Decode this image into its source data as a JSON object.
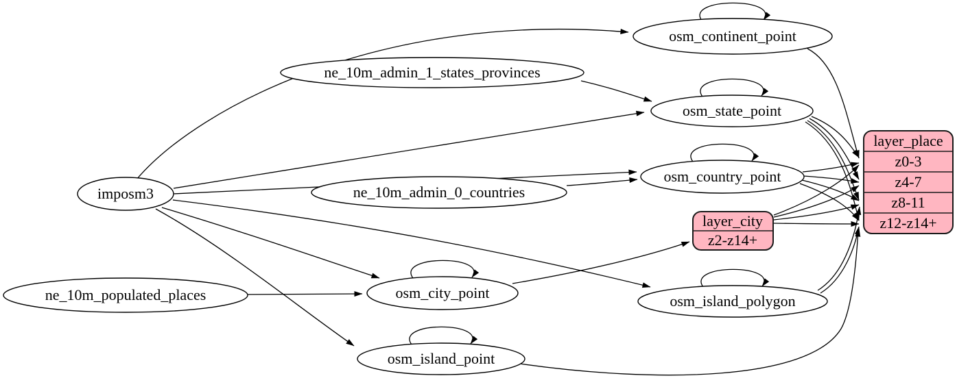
{
  "diagram": {
    "kind": "etl-graph",
    "background_color": "#ffffff",
    "edge_color": "#000000",
    "table_fill_color": "#ffffff",
    "record_fill_color": "#ffb6c1",
    "nodes": {
      "imposm3": {
        "label": "imposm3"
      },
      "ne_10m_admin_1_states_provinces": {
        "label": "ne_10m_admin_1_states_provinces"
      },
      "ne_10m_admin_0_countries": {
        "label": "ne_10m_admin_0_countries"
      },
      "ne_10m_populated_places": {
        "label": "ne_10m_populated_places"
      },
      "osm_continent_point": {
        "label": "osm_continent_point"
      },
      "osm_state_point": {
        "label": "osm_state_point"
      },
      "osm_country_point": {
        "label": "osm_country_point"
      },
      "osm_city_point": {
        "label": "osm_city_point"
      },
      "osm_island_polygon": {
        "label": "osm_island_polygon"
      },
      "osm_island_point": {
        "label": "osm_island_point"
      }
    },
    "records": {
      "layer_city": {
        "title": "layer_city",
        "rows": [
          "z2-z14+"
        ]
      },
      "layer_place": {
        "title": "layer_place",
        "rows": [
          "z0-3",
          "z4-7",
          "z8-11",
          "z12-z14+"
        ]
      }
    },
    "edges": [
      {
        "from": "imposm3",
        "to": "osm_continent_point"
      },
      {
        "from": "imposm3",
        "to": "osm_state_point"
      },
      {
        "from": "imposm3",
        "to": "osm_country_point"
      },
      {
        "from": "imposm3",
        "to": "osm_city_point"
      },
      {
        "from": "imposm3",
        "to": "osm_island_polygon"
      },
      {
        "from": "imposm3",
        "to": "osm_island_point"
      },
      {
        "from": "ne_10m_admin_1_states_provinces",
        "to": "osm_state_point"
      },
      {
        "from": "ne_10m_admin_0_countries",
        "to": "osm_country_point"
      },
      {
        "from": "ne_10m_populated_places",
        "to": "osm_city_point"
      },
      {
        "from": "osm_continent_point",
        "to": "osm_continent_point"
      },
      {
        "from": "osm_state_point",
        "to": "osm_state_point"
      },
      {
        "from": "osm_country_point",
        "to": "osm_country_point"
      },
      {
        "from": "osm_city_point",
        "to": "osm_city_point"
      },
      {
        "from": "osm_island_polygon",
        "to": "osm_island_polygon"
      },
      {
        "from": "osm_island_point",
        "to": "osm_island_point"
      },
      {
        "from": "osm_continent_point",
        "to": "layer_place:z0-3"
      },
      {
        "from": "osm_state_point",
        "to": "layer_place:z0-3"
      },
      {
        "from": "osm_state_point",
        "to": "layer_place:z4-7"
      },
      {
        "from": "osm_state_point",
        "to": "layer_place:z8-11"
      },
      {
        "from": "osm_state_point",
        "to": "layer_place:z12-z14+"
      },
      {
        "from": "osm_country_point",
        "to": "layer_place:z0-3"
      },
      {
        "from": "osm_country_point",
        "to": "layer_place:z4-7"
      },
      {
        "from": "osm_country_point",
        "to": "layer_place:z8-11"
      },
      {
        "from": "osm_country_point",
        "to": "layer_place:z12-z14+"
      },
      {
        "from": "osm_city_point",
        "to": "layer_city:z2-z14+"
      },
      {
        "from": "layer_city",
        "to": "layer_place:z0-3"
      },
      {
        "from": "layer_city",
        "to": "layer_place:z4-7"
      },
      {
        "from": "layer_city",
        "to": "layer_place:z8-11"
      },
      {
        "from": "layer_city",
        "to": "layer_place:z12-z14+"
      },
      {
        "from": "osm_island_polygon",
        "to": "layer_place:z8-11"
      },
      {
        "from": "osm_island_polygon",
        "to": "layer_place:z12-z14+"
      },
      {
        "from": "osm_island_point",
        "to": "layer_place:z12-z14+"
      }
    ]
  }
}
